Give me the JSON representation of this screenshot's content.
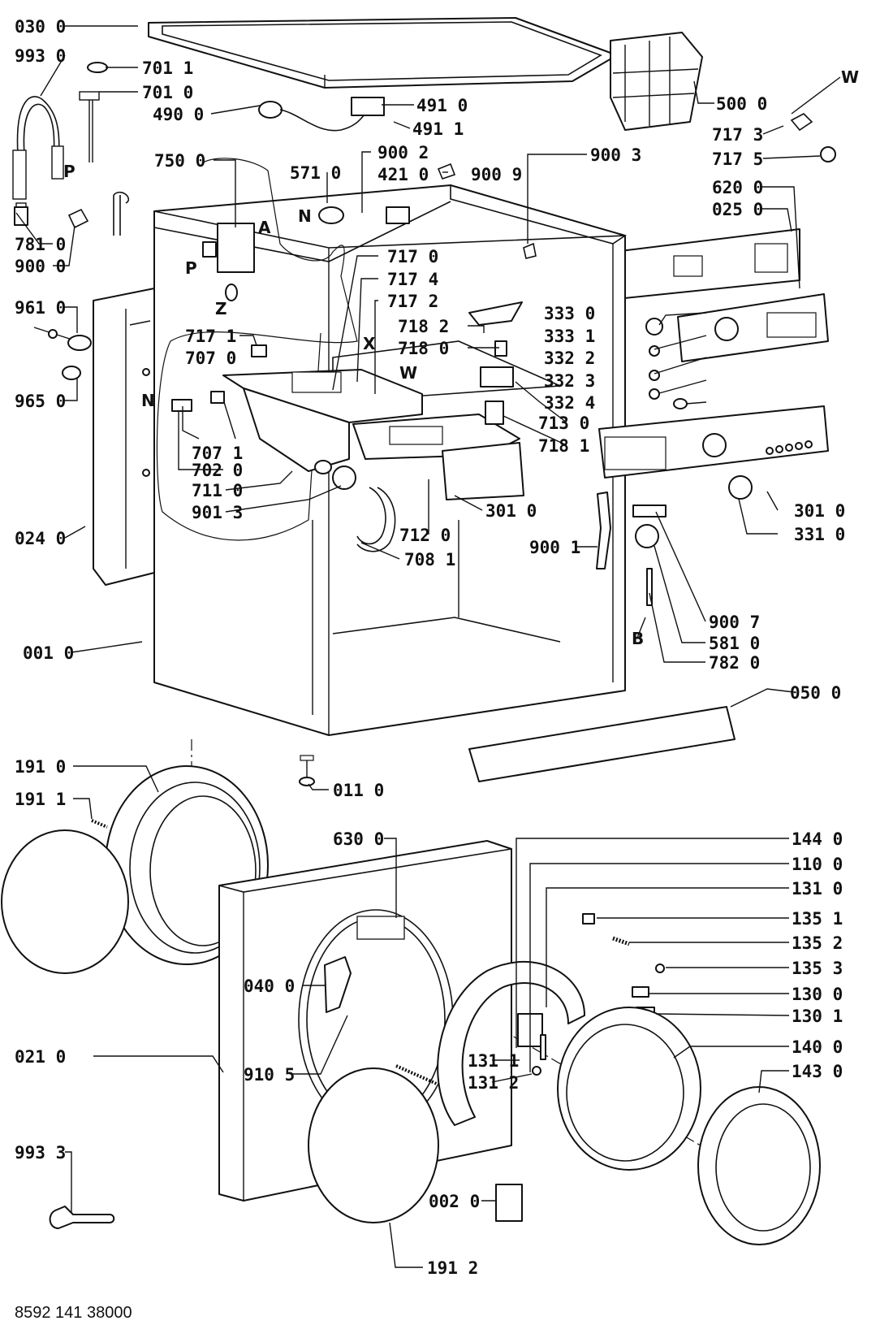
{
  "document_code": "8592 141 38000",
  "part_labels": {
    "p0300": "030 0",
    "p9930": "993 0",
    "p7011": "701 1",
    "p7010": "701 0",
    "p4900": "490 0",
    "p4910": "491 0",
    "p4911": "491 1",
    "p5000": "500 0",
    "p7173": "717 3",
    "p7175": "717 5",
    "p6200": "620 0",
    "p0250": "025 0",
    "p7500": "750 0",
    "p5710": "571 0",
    "p9002": "900 2",
    "p4210": "421 0",
    "p9009": "900 9",
    "p9003": "900 3",
    "p7810": "781 0",
    "p9000": "900 0",
    "p9610": "961 0",
    "p9650": "965 0",
    "p7170": "717 0",
    "p7174": "717 4",
    "p7172": "717 2",
    "p7171": "717 1",
    "p7070": "707 0",
    "p7182": "718 2",
    "p7180": "718 0",
    "p3330": "333 0",
    "p3331": "333 1",
    "p3322": "332 2",
    "p3323": "332 3",
    "p3324": "332 4",
    "p7130": "713 0",
    "p7181": "718 1",
    "p7071": "707 1",
    "p7020": "702 0",
    "p7110": "711 0",
    "p9013": "901 3",
    "p3010a": "301 0",
    "p3010b": "301 0",
    "p3310": "331 0",
    "p0240": "024 0",
    "p7120": "712 0",
    "p7081": "708 1",
    "p9001": "900 1",
    "p9007": "900 7",
    "p5810": "581 0",
    "p7820": "782 0",
    "p0010": "001 0",
    "p0500": "050 0",
    "p1910": "191 0",
    "p1911": "191 1",
    "p0110": "011 0",
    "p6300": "630 0",
    "p1440": "144 0",
    "p1100": "110 0",
    "p1310": "131 0",
    "p1351": "135 1",
    "p1352": "135 2",
    "p1353": "135 3",
    "p0400": "040 0",
    "p1300": "130 0",
    "p1301": "130 1",
    "p1400": "140 0",
    "p0210": "021 0",
    "p9105": "910 5",
    "p1311": "131 1",
    "p1312": "131 2",
    "p1430": "143 0",
    "p9933": "993 3",
    "p0020": "002 0",
    "p1912": "191 2"
  },
  "letter_markers": {
    "w1": "W",
    "p1": "P",
    "a": "A",
    "n1": "N",
    "p2": "P",
    "z": "Z",
    "x": "X",
    "w2": "W",
    "n2": "N",
    "b": "B"
  }
}
